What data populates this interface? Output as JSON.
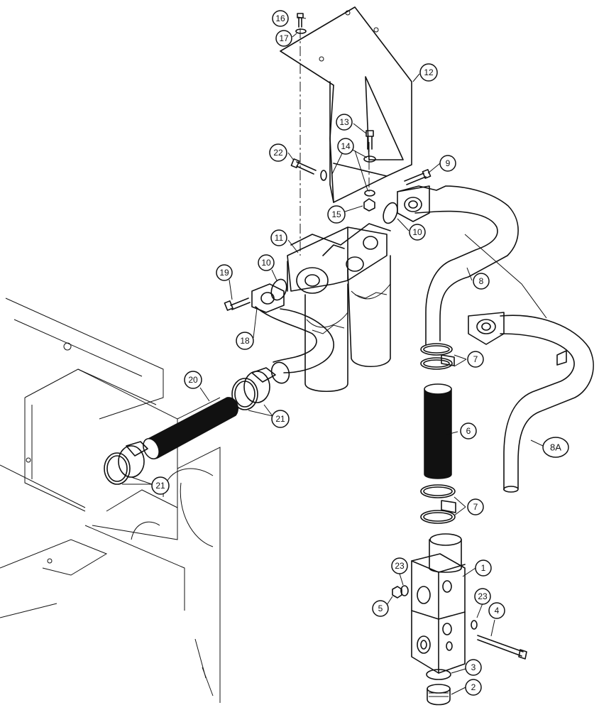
{
  "diagram": {
    "callouts": [
      {
        "id": "c16",
        "label": "16"
      },
      {
        "id": "c17",
        "label": "17"
      },
      {
        "id": "c12",
        "label": "12"
      },
      {
        "id": "c13",
        "label": "13"
      },
      {
        "id": "c14",
        "label": "14"
      },
      {
        "id": "c22",
        "label": "22"
      },
      {
        "id": "c9",
        "label": "9"
      },
      {
        "id": "c15",
        "label": "15"
      },
      {
        "id": "c10a",
        "label": "10"
      },
      {
        "id": "c11",
        "label": "11"
      },
      {
        "id": "c10b",
        "label": "10"
      },
      {
        "id": "c19",
        "label": "19"
      },
      {
        "id": "c8",
        "label": "8"
      },
      {
        "id": "c18",
        "label": "18"
      },
      {
        "id": "c7a",
        "label": "7"
      },
      {
        "id": "c20",
        "label": "20"
      },
      {
        "id": "c21a",
        "label": "21"
      },
      {
        "id": "c6",
        "label": "6"
      },
      {
        "id": "c8A",
        "label": "8A"
      },
      {
        "id": "c21b",
        "label": "21"
      },
      {
        "id": "c7b",
        "label": "7"
      },
      {
        "id": "c1",
        "label": "1"
      },
      {
        "id": "c23a",
        "label": "23"
      },
      {
        "id": "c23b",
        "label": "23"
      },
      {
        "id": "c5",
        "label": "5"
      },
      {
        "id": "c4",
        "label": "4"
      },
      {
        "id": "c3",
        "label": "3"
      },
      {
        "id": "c2",
        "label": "2"
      }
    ]
  }
}
